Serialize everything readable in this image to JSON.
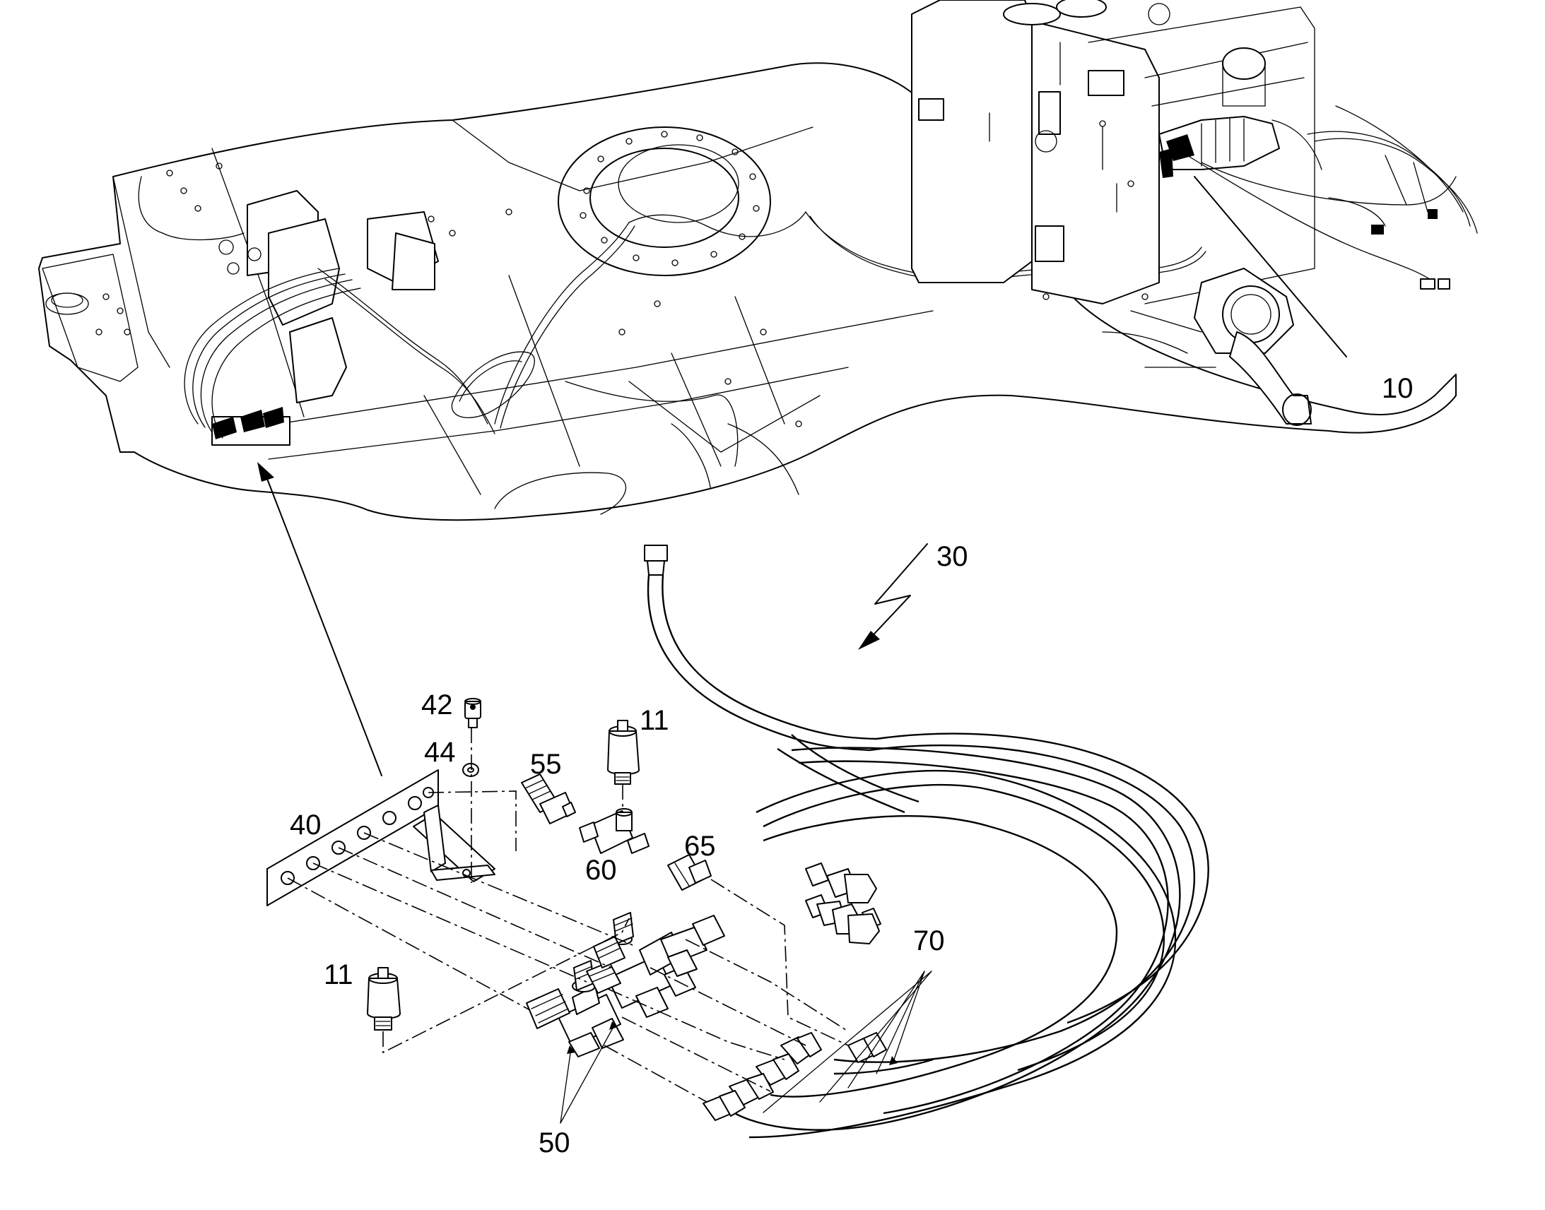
{
  "callouts": {
    "c10": "10",
    "c30": "30",
    "c42": "42",
    "c44": "44",
    "c11_top": "11",
    "c55": "55",
    "c40": "40",
    "c65": "65",
    "c60": "60",
    "c70": "70",
    "c11_bottom": "11",
    "c50": "50"
  },
  "colors": {
    "line": "#000000",
    "background": "#ffffff"
  }
}
